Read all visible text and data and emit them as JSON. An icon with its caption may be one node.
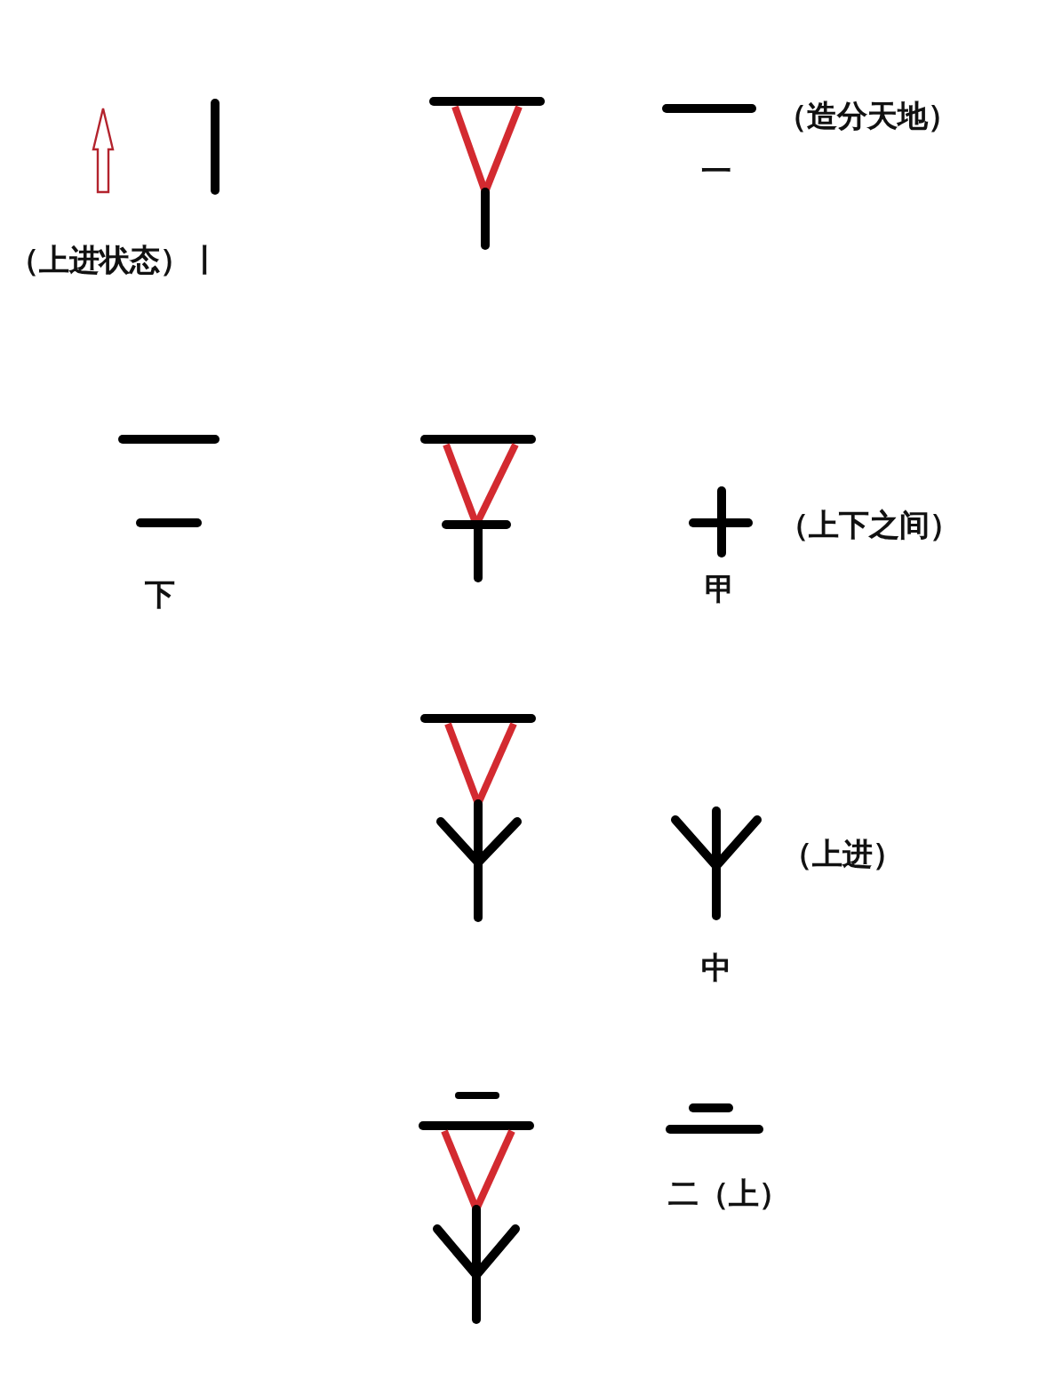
{
  "diagram": {
    "labels": [
      "（上进状态）丨",
      "（造分天地）",
      "一",
      "下",
      "（上下之间）",
      "甲",
      "（上进）",
      "中",
      "二（上）"
    ]
  }
}
